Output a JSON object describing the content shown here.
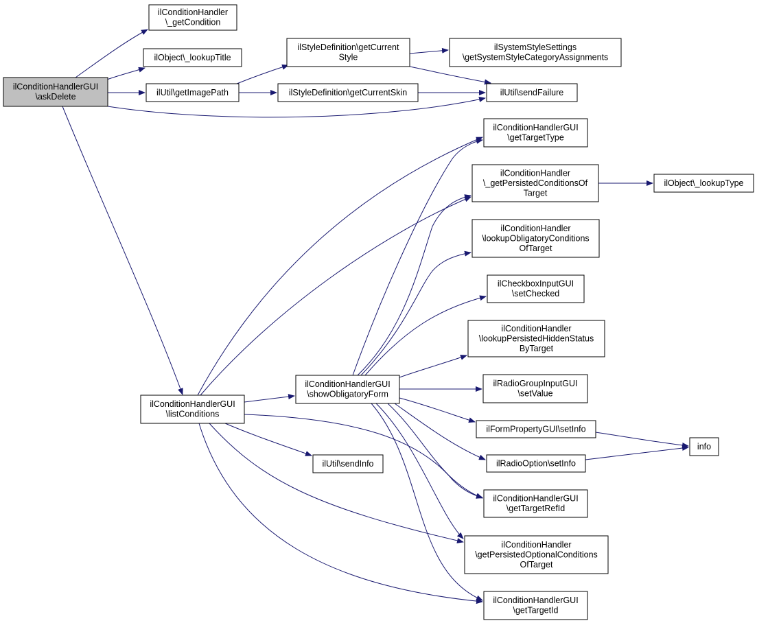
{
  "colors": {
    "edge": "#191970",
    "root_fill": "#bfbfbf",
    "node_fill": "#ffffff",
    "node_stroke": "#000000"
  },
  "nodes": [
    {
      "id": "askDelete",
      "lines": [
        "ilConditionHandlerGUI",
        "\\askDelete"
      ],
      "root": true
    },
    {
      "id": "getCondition",
      "lines": [
        "ilConditionHandler",
        "\\_getCondition"
      ]
    },
    {
      "id": "lookupTitle",
      "lines": [
        "ilObject\\_lookupTitle"
      ]
    },
    {
      "id": "getImagePath",
      "lines": [
        "ilUtil\\getImagePath"
      ]
    },
    {
      "id": "getCurrentStyle",
      "lines": [
        "ilStyleDefinition\\getCurrent",
        "Style"
      ]
    },
    {
      "id": "getCurrentSkin",
      "lines": [
        "ilStyleDefinition\\getCurrentSkin"
      ]
    },
    {
      "id": "getSystemStyleCategoryAssignments",
      "lines": [
        "ilSystemStyleSettings",
        "\\getSystemStyleCategoryAssignments"
      ]
    },
    {
      "id": "sendFailure",
      "lines": [
        "ilUtil\\sendFailure"
      ]
    },
    {
      "id": "getTargetType",
      "lines": [
        "ilConditionHandlerGUI",
        "\\getTargetType"
      ]
    },
    {
      "id": "getPersistedConditionsOfTarget",
      "lines": [
        "ilConditionHandler",
        "\\_getPersistedConditionsOf",
        "Target"
      ]
    },
    {
      "id": "lookupType",
      "lines": [
        "ilObject\\_lookupType"
      ]
    },
    {
      "id": "lookupObligatoryConditionsOfTarget",
      "lines": [
        "ilConditionHandler",
        "\\lookupObligatoryConditions",
        "OfTarget"
      ]
    },
    {
      "id": "setChecked",
      "lines": [
        "ilCheckboxInputGUI",
        "\\setChecked"
      ]
    },
    {
      "id": "lookupPersistedHiddenStatusByTarget",
      "lines": [
        "ilConditionHandler",
        "\\lookupPersistedHiddenStatus",
        "ByTarget"
      ]
    },
    {
      "id": "setValue",
      "lines": [
        "ilRadioGroupInputGUI",
        "\\setValue"
      ]
    },
    {
      "id": "formSetInfo",
      "lines": [
        "ilFormPropertyGUI\\setInfo"
      ]
    },
    {
      "id": "info",
      "lines": [
        "info"
      ]
    },
    {
      "id": "radioSetInfo",
      "lines": [
        "ilRadioOption\\setInfo"
      ]
    },
    {
      "id": "showObligatoryForm",
      "lines": [
        "ilConditionHandlerGUI",
        "\\showObligatoryForm"
      ]
    },
    {
      "id": "listConditions",
      "lines": [
        "ilConditionHandlerGUI",
        "\\listConditions"
      ]
    },
    {
      "id": "sendInfo",
      "lines": [
        "ilUtil\\sendInfo"
      ]
    },
    {
      "id": "getTargetRefId",
      "lines": [
        "ilConditionHandlerGUI",
        "\\getTargetRefId"
      ]
    },
    {
      "id": "getPersistedOptionalConditionsOfTarget",
      "lines": [
        "ilConditionHandler",
        "\\getPersistedOptionalConditions",
        "OfTarget"
      ]
    },
    {
      "id": "getTargetId",
      "lines": [
        "ilConditionHandlerGUI",
        "\\getTargetId"
      ]
    }
  ],
  "edges": [
    {
      "from": "askDelete",
      "to": "getCondition"
    },
    {
      "from": "askDelete",
      "to": "lookupTitle"
    },
    {
      "from": "askDelete",
      "to": "getImagePath"
    },
    {
      "from": "askDelete",
      "to": "sendFailure"
    },
    {
      "from": "askDelete",
      "to": "listConditions"
    },
    {
      "from": "getImagePath",
      "to": "getCurrentStyle"
    },
    {
      "from": "getImagePath",
      "to": "getCurrentSkin"
    },
    {
      "from": "getCurrentStyle",
      "to": "getSystemStyleCategoryAssignments"
    },
    {
      "from": "getCurrentStyle",
      "to": "sendFailure"
    },
    {
      "from": "getCurrentSkin",
      "to": "sendFailure"
    },
    {
      "from": "getPersistedConditionsOfTarget",
      "to": "lookupType"
    },
    {
      "from": "listConditions",
      "to": "getTargetType"
    },
    {
      "from": "listConditions",
      "to": "getPersistedConditionsOfTarget"
    },
    {
      "from": "listConditions",
      "to": "showObligatoryForm"
    },
    {
      "from": "listConditions",
      "to": "sendInfo"
    },
    {
      "from": "listConditions",
      "to": "getTargetRefId"
    },
    {
      "from": "listConditions",
      "to": "getPersistedOptionalConditionsOfTarget"
    },
    {
      "from": "listConditions",
      "to": "getTargetId"
    },
    {
      "from": "showObligatoryForm",
      "to": "getTargetType"
    },
    {
      "from": "showObligatoryForm",
      "to": "getPersistedConditionsOfTarget"
    },
    {
      "from": "showObligatoryForm",
      "to": "lookupObligatoryConditionsOfTarget"
    },
    {
      "from": "showObligatoryForm",
      "to": "setChecked"
    },
    {
      "from": "showObligatoryForm",
      "to": "lookupPersistedHiddenStatusByTarget"
    },
    {
      "from": "showObligatoryForm",
      "to": "setValue"
    },
    {
      "from": "showObligatoryForm",
      "to": "formSetInfo"
    },
    {
      "from": "showObligatoryForm",
      "to": "radioSetInfo"
    },
    {
      "from": "showObligatoryForm",
      "to": "getTargetRefId"
    },
    {
      "from": "showObligatoryForm",
      "to": "getPersistedOptionalConditionsOfTarget"
    },
    {
      "from": "showObligatoryForm",
      "to": "getTargetId"
    },
    {
      "from": "formSetInfo",
      "to": "info"
    },
    {
      "from": "radioSetInfo",
      "to": "info"
    }
  ]
}
